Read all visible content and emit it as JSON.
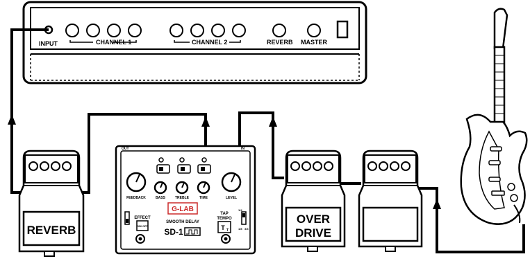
{
  "amp": {
    "input_label": "INPUT",
    "channel1_label": "CHANNEL 1",
    "channel2_label": "CHANNEL 2",
    "reverb_label": "REVERB",
    "master_label": "MASTER"
  },
  "pedals": {
    "reverb": {
      "label": "REVERB"
    },
    "overdrive": {
      "label_line1": "OVER",
      "label_line2": "DRIVE"
    },
    "delay": {
      "brand": "G-LAB",
      "effect_label": "EFFECT",
      "effect_switch": "ON/ OFF",
      "tap_label_line1": "TAP",
      "tap_label_line2": "TEMPO",
      "tap_button": "T",
      "tap_sub": "T",
      "model_name": "SMOOTH DELAY",
      "model_code": "SD-1",
      "knobs": [
        "FEEDBACK",
        "BASS",
        "TREBLE",
        "TIME",
        "LEVEL"
      ],
      "top_in": "IN",
      "top_out": "OUT",
      "mode_labels": [
        "1/4",
        "1/8",
        "3/3"
      ]
    }
  },
  "colors": {
    "ink": "#000000",
    "logo_red": "#cc2a2a",
    "pedal_fill": "#ffffff"
  }
}
